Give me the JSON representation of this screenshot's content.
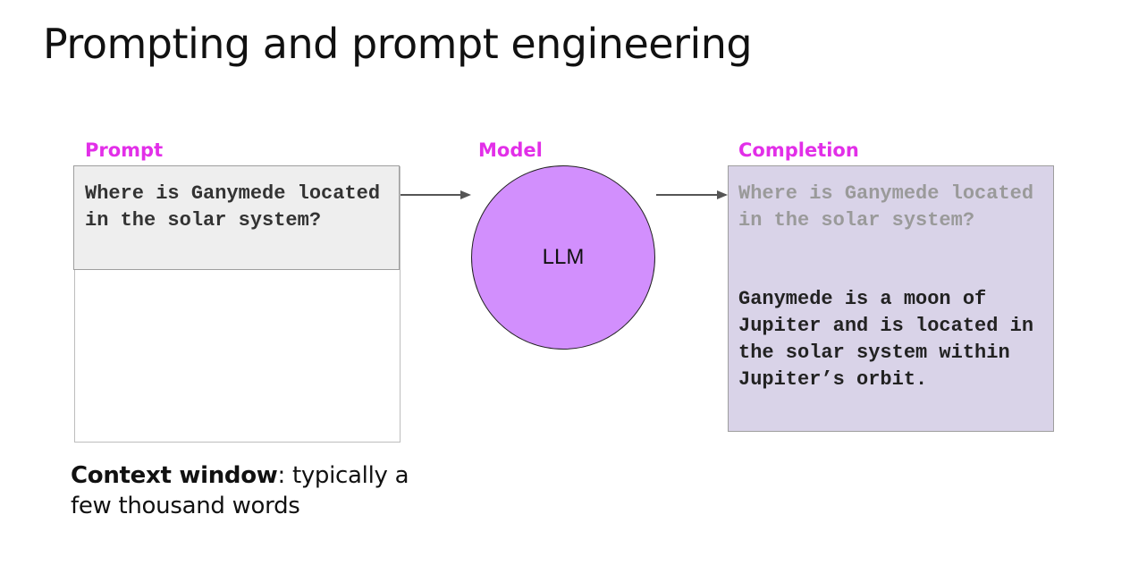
{
  "title": "Prompting and prompt engineering",
  "labels": {
    "prompt": "Prompt",
    "model": "Model",
    "completion": "Completion"
  },
  "prompt": {
    "text": "Where is Ganymede located in the solar system?"
  },
  "model": {
    "name": "LLM"
  },
  "completion": {
    "echoed_prompt": "Where is Ganymede located in the solar system?",
    "answer": "Ganymede is a moon of Jupiter and is located in the solar system within Jupiter’s orbit."
  },
  "caption": {
    "bold": "Context window",
    "rest": ": typically a few thousand words"
  },
  "colors": {
    "label_accent": "#e22fe8",
    "llm_fill": "#d28ffd",
    "completion_fill": "#d9d3e8",
    "prompt_fill": "#eeeeee"
  }
}
